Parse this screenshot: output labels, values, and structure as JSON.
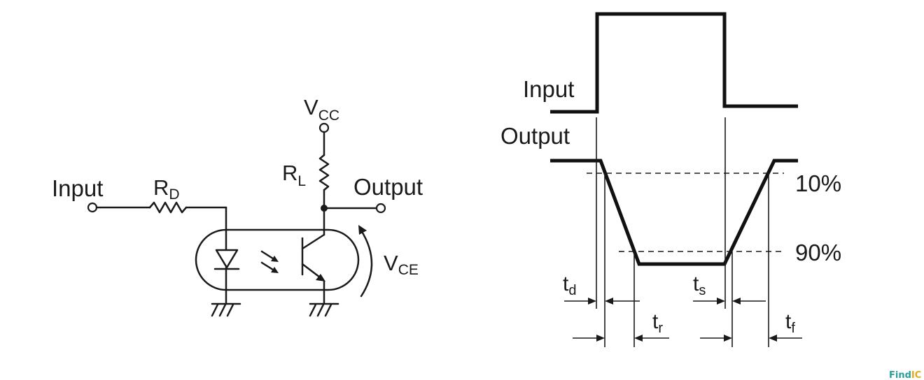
{
  "circuit": {
    "input_label": "Input",
    "rd_main": "R",
    "rd_sub": "D",
    "vcc_main": "V",
    "vcc_sub": "CC",
    "rl_main": "R",
    "rl_sub": "L",
    "output_label": "Output",
    "vce_main": "V",
    "vce_sub": "CE"
  },
  "timing": {
    "input_label": "Input",
    "output_label": "Output",
    "level_10": "10%",
    "level_90": "90%",
    "td_main": "t",
    "td_sub": "d",
    "tr_main": "t",
    "tr_sub": "r",
    "ts_main": "t",
    "ts_sub": "s",
    "tf_main": "t",
    "tf_sub": "f"
  },
  "watermark": {
    "text_a": "Find",
    "text_b": "IC",
    "color_a": "#2aa198",
    "color_b": "#e6a817"
  }
}
